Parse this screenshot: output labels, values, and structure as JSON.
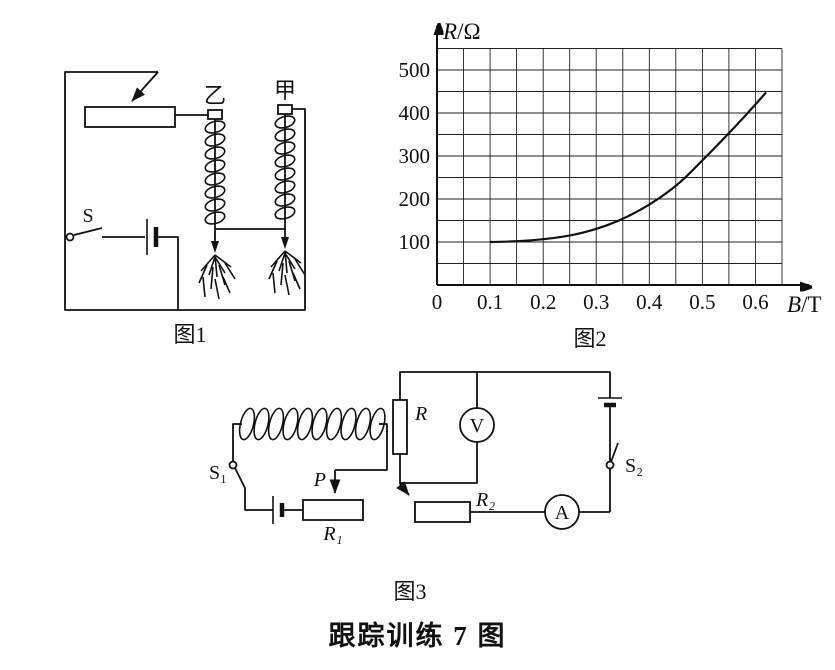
{
  "page_caption": "跟踪训练 7 图",
  "figure1": {
    "caption": "图1",
    "coil_left_label": "乙",
    "coil_right_label": "甲",
    "switch_label": "S"
  },
  "figure2": {
    "caption": "图2"
  },
  "chart_data": {
    "type": "line",
    "title": "",
    "xlabel": "B/T",
    "ylabel": "R/Ω",
    "xticks": [
      0,
      0.1,
      0.2,
      0.3,
      0.4,
      0.5,
      0.6
    ],
    "yticks": [
      100,
      200,
      300,
      400,
      500
    ],
    "xlim": [
      0,
      0.65
    ],
    "ylim": [
      0,
      550
    ],
    "grid": true,
    "grid_step_x": 0.05,
    "grid_step_y": 50,
    "legend": "none",
    "series": [
      {
        "name": "R vs B",
        "points": [
          [
            0.1,
            100
          ],
          [
            0.14,
            101
          ],
          [
            0.18,
            104
          ],
          [
            0.22,
            109
          ],
          [
            0.26,
            117
          ],
          [
            0.3,
            130
          ],
          [
            0.34,
            148
          ],
          [
            0.38,
            172
          ],
          [
            0.42,
            202
          ],
          [
            0.46,
            240
          ],
          [
            0.5,
            290
          ],
          [
            0.54,
            340
          ],
          [
            0.58,
            392
          ],
          [
            0.62,
            448
          ]
        ]
      }
    ]
  },
  "figure3": {
    "caption": "图3",
    "switch1_label": "S₁",
    "slider_label": "P",
    "r1_label": "R₁",
    "resistor_label": "R",
    "voltmeter_label": "V",
    "r2_label": "R₂",
    "ammeter_label": "A",
    "switch2_label": "S₂"
  }
}
